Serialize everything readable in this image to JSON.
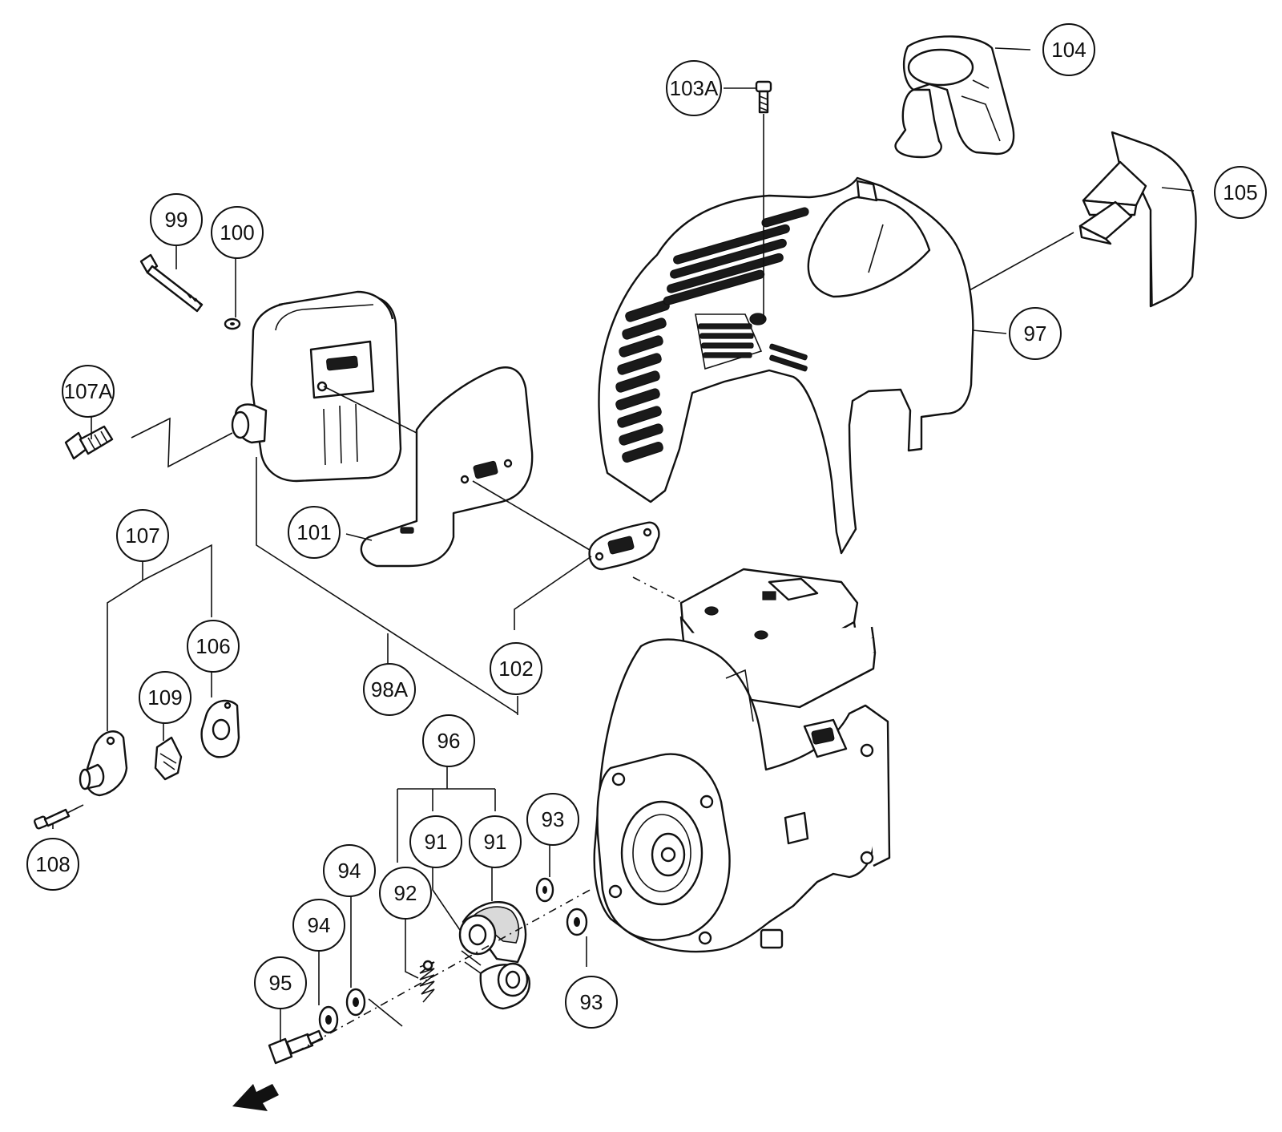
{
  "diagram": {
    "callouts": [
      {
        "id": "c104",
        "label": "104"
      },
      {
        "id": "c103a",
        "label": "103A"
      },
      {
        "id": "c105",
        "label": "105"
      },
      {
        "id": "c97",
        "label": "97"
      },
      {
        "id": "c99",
        "label": "99"
      },
      {
        "id": "c100",
        "label": "100"
      },
      {
        "id": "c107a",
        "label": "107A"
      },
      {
        "id": "c101",
        "label": "101"
      },
      {
        "id": "c107",
        "label": "107"
      },
      {
        "id": "c106",
        "label": "106"
      },
      {
        "id": "c109",
        "label": "109"
      },
      {
        "id": "c98a",
        "label": "98A"
      },
      {
        "id": "c102",
        "label": "102"
      },
      {
        "id": "c96",
        "label": "96"
      },
      {
        "id": "c93a",
        "label": "93"
      },
      {
        "id": "c91a",
        "label": "91"
      },
      {
        "id": "c91b",
        "label": "91"
      },
      {
        "id": "c108",
        "label": "108"
      },
      {
        "id": "c94a",
        "label": "94"
      },
      {
        "id": "c92",
        "label": "92"
      },
      {
        "id": "c94b",
        "label": "94"
      },
      {
        "id": "c95",
        "label": "95"
      },
      {
        "id": "c93b",
        "label": "93"
      }
    ]
  }
}
